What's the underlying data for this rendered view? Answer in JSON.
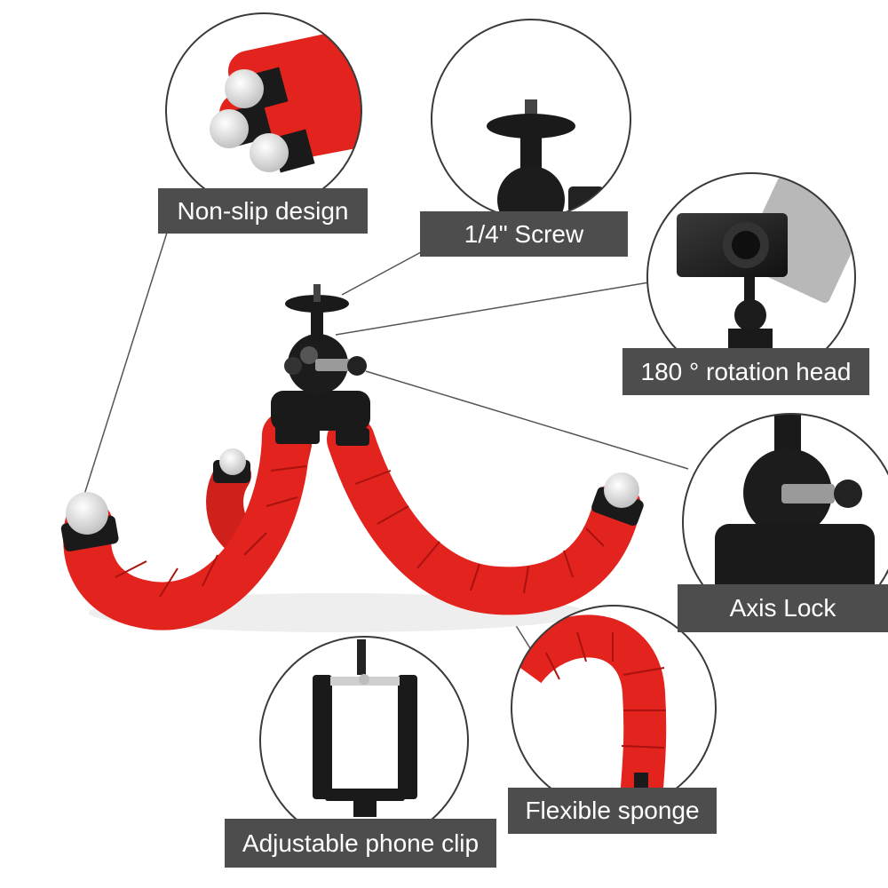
{
  "labels": {
    "nonslip": "Non-slip design",
    "screw": "1/4\" Screw",
    "rotation": "180 ° rotation head",
    "axis_lock": "Axis Lock",
    "sponge": "Flexible sponge",
    "phone_clip": "Adjustable phone clip"
  },
  "colors": {
    "label_bg": "#4d4d4d",
    "label_text": "#ffffff",
    "sponge_red": "#e2231e",
    "plastic_black": "#1a1a1a",
    "circle_border": "#3a3a3a"
  }
}
